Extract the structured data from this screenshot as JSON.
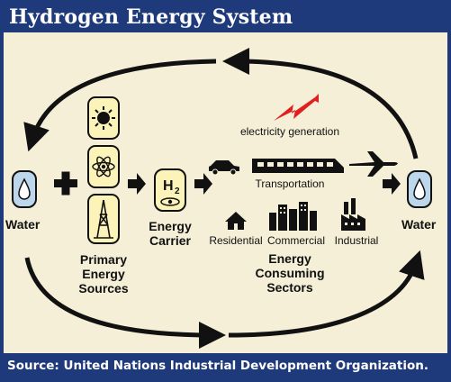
{
  "title": "Hydrogen Energy System",
  "footer": "Source: United Nations Industrial Development Organization.",
  "colors": {
    "frame": "#1f3a7a",
    "panel": "#f4efd6",
    "icon_bg": "#fbf3b8",
    "droplet_bg": "#bcd6ec",
    "electricity": "#e02020"
  },
  "water_left": {
    "label": "Water",
    "icon": "droplet-icon"
  },
  "water_right": {
    "label": "Water",
    "icon": "droplet-icon"
  },
  "primary_sources": {
    "label_lines": [
      "Primary",
      "Energy",
      "Sources"
    ],
    "icons": [
      "sun-icon",
      "atom-icon",
      "oil-derrick-icon"
    ]
  },
  "carrier": {
    "label_lines": [
      "Energy",
      "Carrier"
    ],
    "h_symbol": "H",
    "h_sub": "2"
  },
  "electricity": {
    "label": "electricity generation",
    "icon": "lightning-bolt-icon"
  },
  "transportation": {
    "label": "Transportation",
    "icons": [
      "car-icon",
      "train-icon",
      "airplane-icon"
    ]
  },
  "sectors": [
    {
      "label": "Residential",
      "icon": "house-icon"
    },
    {
      "label": "Commercial",
      "icon": "office-buildings-icon"
    },
    {
      "label": "Industrial",
      "icon": "factory-icon"
    }
  ],
  "consuming": {
    "label_lines": [
      "Energy",
      "Consuming",
      "Sectors"
    ]
  }
}
